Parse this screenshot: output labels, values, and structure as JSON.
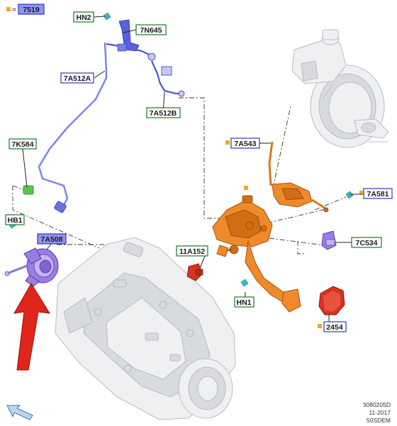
{
  "figure_ref": "7519",
  "colors": {
    "label_border_green": "#1c7a27",
    "label_border_blue": "#3438b0",
    "label_fill_blue": "#8f95f0",
    "marker_orange": "#f5a623",
    "marker_cyan": "#39b6c2",
    "pipe_blue": "#4f56d6",
    "part_orange": "#ee8a2a",
    "part_purple": "#9a7de0",
    "part_red": "#d9331f",
    "arrow_red": "#e0251b"
  },
  "labels": {
    "hn2": "HN2",
    "7n645": "7N645",
    "7a512a": "7A512A",
    "7a512b": "7A512B",
    "7k584": "7K584",
    "hb1": "HB1",
    "7a508": "7A508",
    "7a543": "7A543",
    "7a581": "7A581",
    "11a152": "11A152",
    "7c534": "7C534",
    "hn1": "HN1",
    "2454": "2454"
  },
  "footer": {
    "code": "3080205D",
    "date": "11-2017",
    "ref": "50SDEM"
  },
  "icons": {
    "view_arrow": "view-direction-arrow-icon",
    "pointer_arrow": "red-pointer-arrow-icon"
  }
}
